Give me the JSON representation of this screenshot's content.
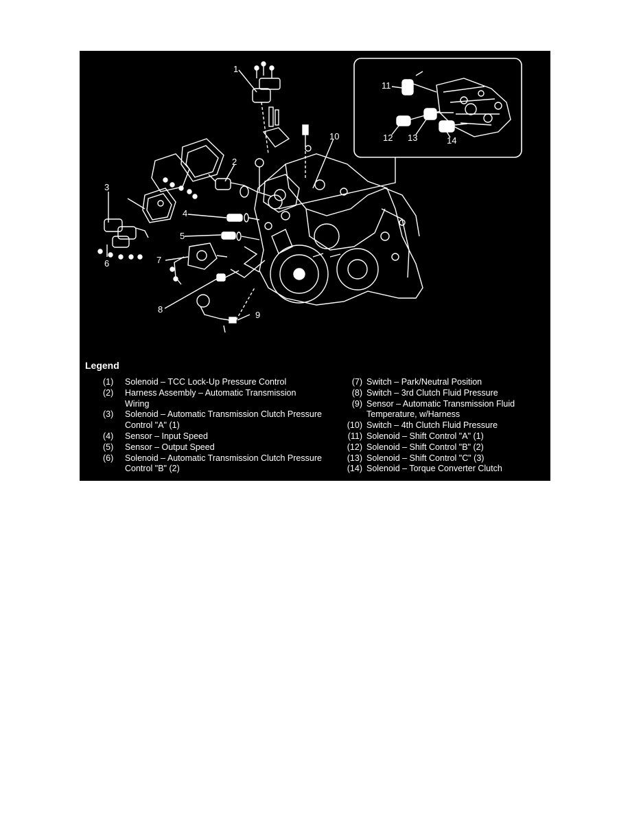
{
  "legend": {
    "title": "Legend",
    "left_items": [
      {
        "num": "(1)",
        "text": "Solenoid – TCC Lock-Up Pressure Control"
      },
      {
        "num": "(2)",
        "text": "Harness Assembly – Automatic Transmission Wiring"
      },
      {
        "num": "(3)",
        "text": "Solenoid – Automatic Transmission Clutch Pressure Control \"A\" (1)"
      },
      {
        "num": "(4)",
        "text": "Sensor – Input Speed"
      },
      {
        "num": "(5)",
        "text": "Sensor – Output Speed"
      },
      {
        "num": "(6)",
        "text": "Solenoid – Automatic Transmission Clutch Pressure Control \"B\" (2)"
      }
    ],
    "right_items": [
      {
        "num": "(7)",
        "text": "Switch – Park/Neutral Position"
      },
      {
        "num": "(8)",
        "text": "Switch – 3rd Clutch Fluid Pressure"
      },
      {
        "num": "(9)",
        "text": "Sensor – Automatic Transmission Fluid Temperature, w/Harness"
      },
      {
        "num": "(10)",
        "text": "Switch – 4th Clutch Fluid Pressure"
      },
      {
        "num": "(11)",
        "text": "Solenoid – Shift Control \"A\" (1)"
      },
      {
        "num": "(12)",
        "text": "Solenoid – Shift Control \"B\" (2)"
      },
      {
        "num": "(13)",
        "text": "Solenoid – Shift Control \"C\" (3)"
      },
      {
        "num": "(14)",
        "text": "Solenoid – Torque Converter Clutch"
      }
    ]
  },
  "callouts": {
    "c1": "1",
    "c2": "2",
    "c3": "3",
    "c4": "4",
    "c5": "5",
    "c6": "6",
    "c7": "7",
    "c8": "8",
    "c9": "9",
    "c10": "10",
    "c11": "11",
    "c12": "12",
    "c13": "13",
    "c14": "14"
  },
  "colors": {
    "background": "#000000",
    "ink": "#ffffff",
    "page": "#ffffff"
  }
}
